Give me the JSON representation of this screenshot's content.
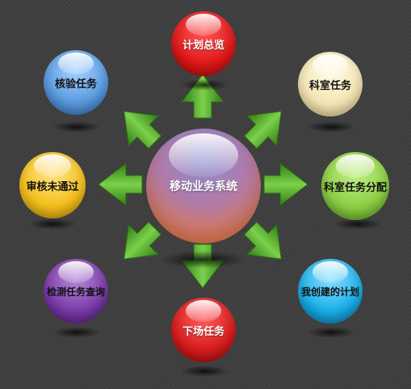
{
  "center": {
    "label": "移动业务系统"
  },
  "nodes": [
    {
      "id": "plan-overview",
      "label": "计划总览",
      "color": "#e01818"
    },
    {
      "id": "dept-task",
      "label": "科室任务",
      "color": "#f4e6b4"
    },
    {
      "id": "dept-task-assign",
      "label": "科室任务分配",
      "color": "#8ccf44"
    },
    {
      "id": "my-plans",
      "label": "我创建的计划",
      "color": "#19aee8"
    },
    {
      "id": "issue-task",
      "label": "下场任务",
      "color": "#d81c1c"
    },
    {
      "id": "inspection-query",
      "label": "检测任务查询",
      "color": "#7a3aa8"
    },
    {
      "id": "review-rejected",
      "label": "审核未通过",
      "color": "#f6c11c"
    },
    {
      "id": "verify-task",
      "label": "核验任务",
      "color": "#5a9be0"
    }
  ],
  "colors": {
    "arrow": "#4ea82a",
    "background": "#3e3e3e"
  }
}
